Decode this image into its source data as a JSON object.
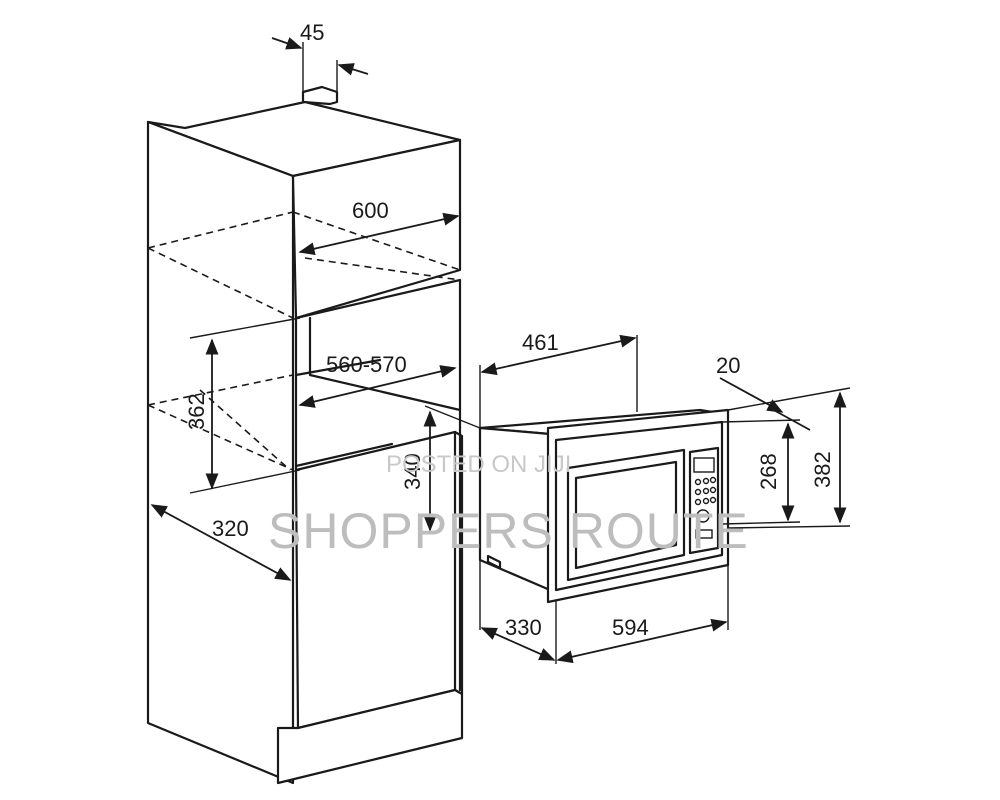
{
  "dimensions": {
    "top_offset": "45",
    "cabinet_width": "600",
    "inner_width": "560-570",
    "opening_height": "362",
    "cabinet_depth": "320",
    "unit_depth_top": "461",
    "frame_thickness": "20",
    "unit_height_rear": "340",
    "inner_height": "268",
    "frame_height": "382",
    "unit_depth_bottom": "330",
    "frame_width": "594"
  },
  "watermark": {
    "line1": "POSTED ON JIJI",
    "line2": "SHOPPERS ROUTE"
  },
  "colors": {
    "stroke": "#1a1a1a",
    "background": "#ffffff",
    "watermark": "#bdbdbd"
  }
}
